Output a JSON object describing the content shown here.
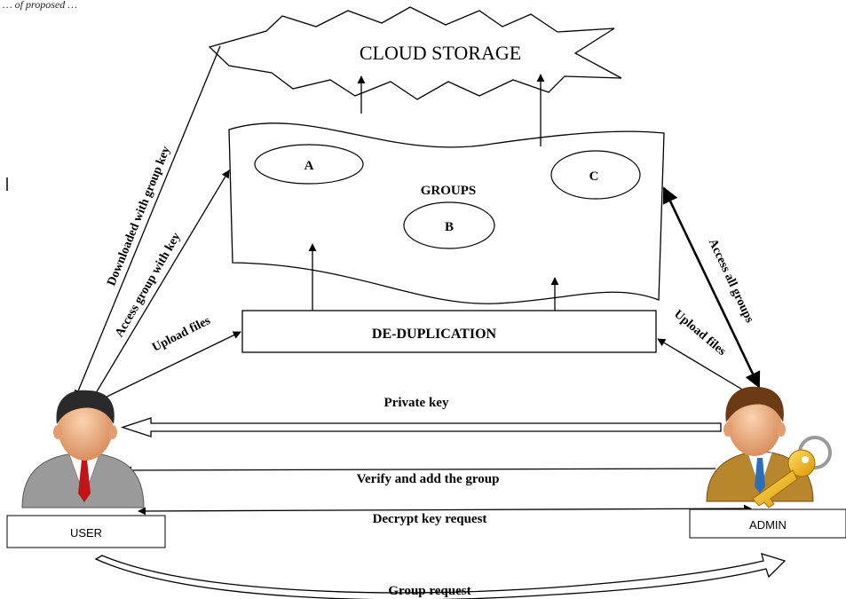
{
  "header": {
    "fragment": "… of proposed …"
  },
  "cloud": {
    "label": "CLOUD STORAGE"
  },
  "groups": {
    "label": "GROUPS",
    "items": [
      {
        "label": "A"
      },
      {
        "label": "B"
      },
      {
        "label": "C"
      }
    ]
  },
  "dedup": {
    "label": "DE-DUPLICATION"
  },
  "actors": {
    "user": {
      "label": "USER"
    },
    "admin": {
      "label": "ADMIN"
    }
  },
  "edges": {
    "downloaded": "Downloaded with group key",
    "access_group": "Access group with key",
    "upload_user": "Upload files",
    "upload_admin": "Upload files",
    "access_all": "Access all groups",
    "private_key": "Private  key",
    "verify": "Verify and add the group",
    "decrypt": "Decrypt  key request",
    "group_request": "Group  request"
  },
  "colors": {
    "skin": "#f0b48a",
    "user_hair": "#2a2a2a",
    "user_suit": "#9a9a9a",
    "user_tie": "#c0161a",
    "admin_hair": "#6b3b16",
    "admin_suit": "#b8862c",
    "admin_tie": "#2f6db5",
    "key": "#f2b705"
  }
}
